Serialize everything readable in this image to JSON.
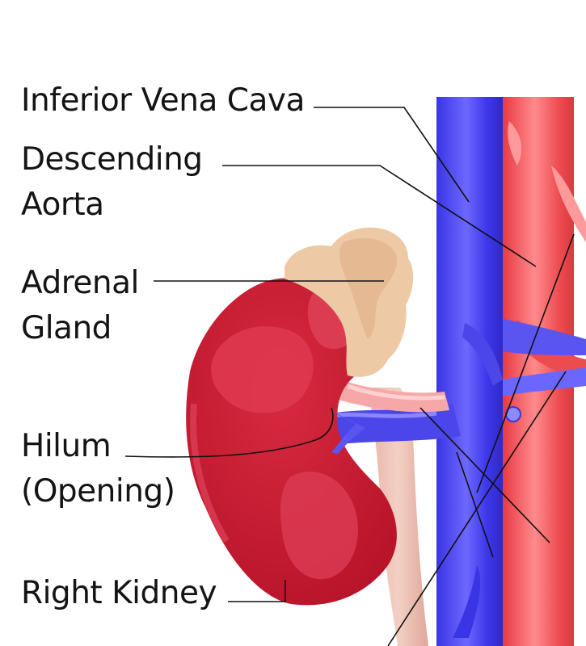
{
  "labels": {
    "inferior_vena_cava": "Inferior Vena Cava",
    "descending_aorta": [
      "Descending",
      "Aorta"
    ],
    "adrenal_gland": [
      "Adrenal",
      "Gland"
    ],
    "hilum": [
      "Hilum",
      "(Opening)"
    ],
    "right_kidney": "Right Kidney"
  },
  "colors": {
    "vena_cava": "#4a43f0",
    "aorta": "#ec4b4f",
    "kidney": "#c81e34",
    "adrenal": "#ecc8a4",
    "ureter": "#ecc0b0",
    "leader_line": "#111111"
  }
}
